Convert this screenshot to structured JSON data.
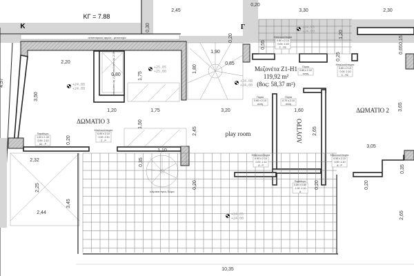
{
  "plot": {
    "kg": "KΓ = 7.88",
    "corner_k": "K",
    "corner_g": "Γ",
    "joint_note": "αντισεισμικός αρμός - μεσοτοιχία"
  },
  "rooms": {
    "room3": "ΔΩΜΑΤΙΟ 3",
    "room2": "ΔΩΜΑΤΙΟ 2",
    "bath": "ΛΟΥΤΡΟ",
    "play": "play room",
    "unit_name": "Μεζονέτα Z1-H1",
    "unit_area": "119,92 m²",
    "unit_floor_area": "(8ος: 58,37 m²)",
    "stair_note": "κλίμακα προς δώμα"
  },
  "levels": [
    {
      "top": "+24.08",
      "bottom": "+24.00"
    },
    {
      "top": "+25.05",
      "bottom": "+25.00"
    },
    {
      "top": "+24.05",
      "bottom": "+24.00"
    },
    {
      "top": "+24.08",
      "bottom": "+24.00"
    },
    {
      "top": "+24.05",
      "bottom": "+24.00"
    }
  ],
  "dimensions": [
    "2,45",
    "0,20",
    "3,30",
    "2,30",
    "0,30",
    "2,20",
    "3,50",
    "1,20",
    "1,75",
    "1,75",
    "1,80",
    "1,90",
    "0,85",
    "3,20",
    "1,60",
    "3,65",
    "0,15",
    "0,65",
    "0,55",
    "1,20",
    "0,25",
    "0,20",
    "1,50",
    "2,45",
    "1,10",
    "0,35",
    "0,20",
    "2,32",
    "2,25",
    "2,44",
    "3,45",
    "0,20",
    "2,65",
    "3,05",
    "0,35",
    "0,20",
    "0,20",
    "2,65",
    "10,35",
    "4,57",
    "0,80"
  ],
  "openings": [
    {
      "type": "Παράθυρο",
      "size": "1.00 x 1.30",
      "sill": "0.90",
      "h": "2.10",
      "code": "A2 - P"
    },
    {
      "type": "Μπαλκονόπορτα",
      "size": "0.90 x 2.10",
      "sill": "0.00",
      "h": "2.10",
      "code": "Σ - P"
    },
    {
      "type": "Μπαλκονόπορτα",
      "size": "0.80 x 2.10",
      "sill": "0.00",
      "h": "2.10",
      "code": "Σ - ΠΣ"
    },
    {
      "type": "Πόρτα",
      "size": "0.80 x 2.10",
      "code": "ανοιγ"
    },
    {
      "type": "Μπαλκονόπορτα",
      "size": "0.80 x 2.10",
      "sill": "0.00",
      "h": "2.10",
      "code": "Σ - ΠΣ"
    },
    {
      "type": "Πόρτα",
      "size": "0.80 x 2.10",
      "code": "ανοιγ"
    },
    {
      "type": "Πόρτα",
      "size": "0.70 x 2.10",
      "code": "ανοιγ"
    },
    {
      "type": "Μπαλκονόπορτα",
      "size": "0.90 x 2.10",
      "sill": "0.00",
      "h": "2.10",
      "code": "A - P"
    },
    {
      "type": "Μπαλκονόπορτα",
      "size": "0.90 x 2.10",
      "sill": "0.00",
      "h": "2.10",
      "code": "A - P"
    },
    {
      "type": "Παράθυρο",
      "size": "0.80 x 0.80",
      "sill": "1.30",
      "h": "2.10",
      "code": "A"
    }
  ],
  "closet_labels": [
    "ντουλάπα ύψ. 2.10",
    "ντουλάπα ύψ. 2.10"
  ]
}
